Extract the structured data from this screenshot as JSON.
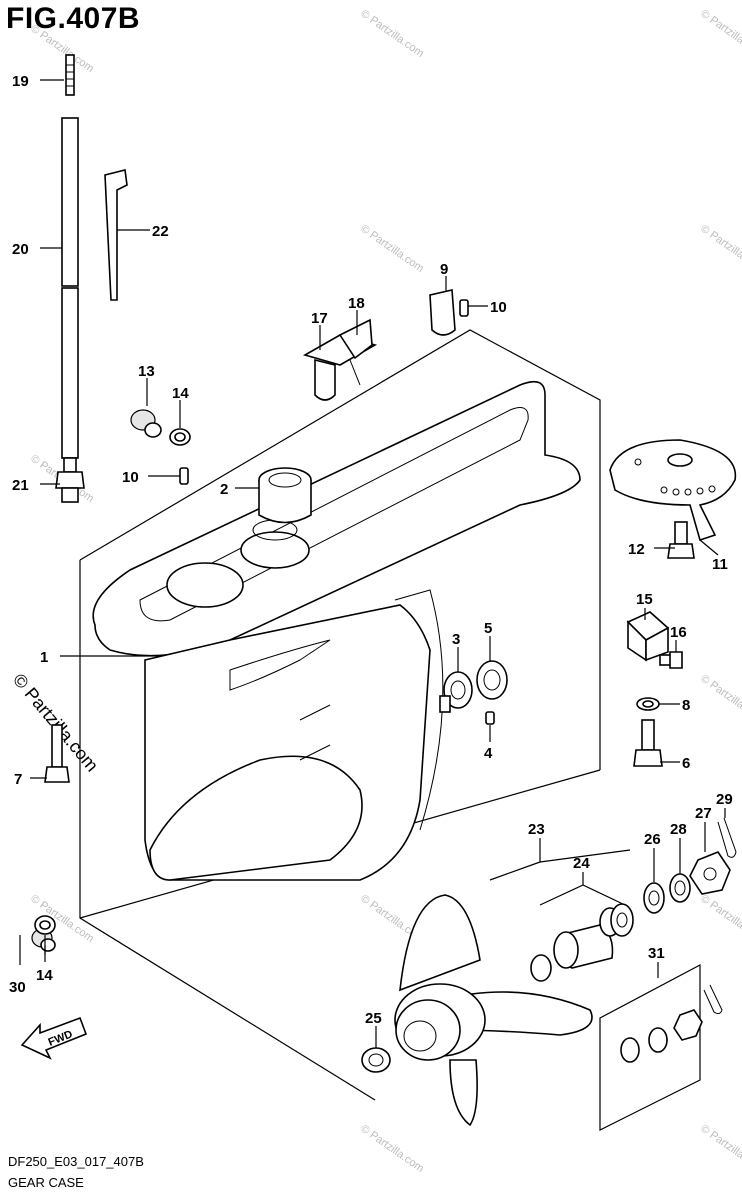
{
  "figure": {
    "title": "FIG.407B",
    "code": "DF250_E03_017_407B",
    "caption": "GEAR CASE",
    "watermark": "© Partzilla.com"
  },
  "callouts": {
    "c1": "1",
    "c2": "2",
    "c3": "3",
    "c4": "4",
    "c5": "5",
    "c6": "6",
    "c7": "7",
    "c8": "8",
    "c9": "9",
    "c10a": "10",
    "c10b": "10",
    "c11": "11",
    "c12": "12",
    "c13": "13",
    "c14a": "14",
    "c14b": "14",
    "c15": "15",
    "c16": "16",
    "c17": "17",
    "c18": "18",
    "c19": "19",
    "c20": "20",
    "c21": "21",
    "c22": "22",
    "c23": "23",
    "c24": "24",
    "c25": "25",
    "c26": "26",
    "c27": "27",
    "c28": "28",
    "c29": "29",
    "c30": "30",
    "c31": "31"
  },
  "direction_badge": "FWD"
}
